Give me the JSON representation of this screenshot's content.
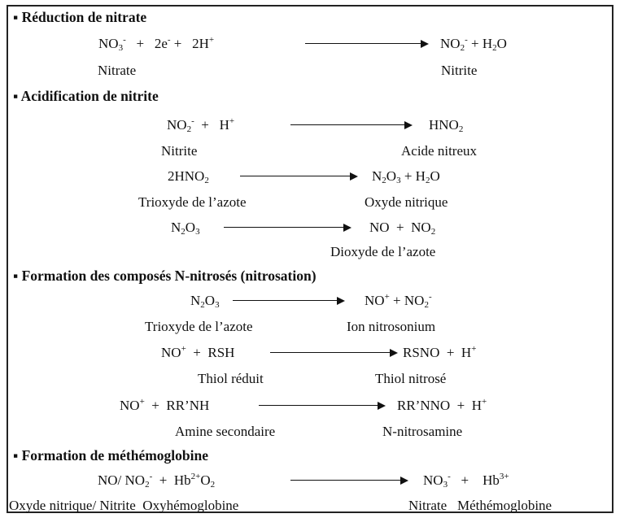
{
  "sections": [
    {
      "heading": "▪ Réduction de nitrate",
      "reactions": [
        {
          "lhs": "NO<sub>3</sub><sup>-</sup>&nbsp;&nbsp;&nbsp;+&nbsp;&nbsp;&nbsp;2e<sup>-</sup>&nbsp;+&nbsp;&nbsp;&nbsp;2H<sup>+</sup>",
          "rhs": "NO<sub>2</sub><sup>-</sup>&nbsp;+&nbsp;H<sub>2</sub>O",
          "lhs_label": "Nitrate",
          "rhs_label": "Nitrite"
        }
      ]
    },
    {
      "heading": "▪ Acidification de nitrite",
      "reactions": [
        {
          "lhs": "NO<sub>2</sub><sup>-</sup>&nbsp;&nbsp;+&nbsp;&nbsp;&nbsp;H<sup>+</sup>",
          "rhs": "HNO<sub>2</sub>",
          "lhs_label": "Nitrite",
          "rhs_label": "Acide nitreux"
        },
        {
          "lhs": "2HNO<sub>2</sub>",
          "rhs": "N<sub>2</sub>O<sub>3</sub>&nbsp;+&nbsp;H<sub>2</sub>O",
          "lhs_label": "Trioxyde de l’azote",
          "rhs_label": "Oxyde nitrique"
        },
        {
          "lhs": "N<sub>2</sub>O<sub>3</sub>",
          "rhs": "NO&nbsp;&nbsp;+&nbsp;&nbsp;NO<sub>2</sub>",
          "lhs_label": "",
          "rhs_label": "Dioxyde de l’azote"
        }
      ]
    },
    {
      "heading": "▪ Formation des composés N-nitrosés (nitrosation)",
      "reactions": [
        {
          "lhs": "N<sub>2</sub>O<sub>3</sub>",
          "rhs": "NO<sup>+</sup>&nbsp;+&nbsp;NO<sub>2</sub><sup>-</sup>",
          "lhs_label": "Trioxyde de l’azote",
          "rhs_label": "Ion nitrosonium"
        },
        {
          "lhs": "NO<sup>+</sup>&nbsp;&nbsp;+&nbsp;&nbsp;RSH",
          "rhs": "RSNO&nbsp;&nbsp;+&nbsp;&nbsp;H<sup>+</sup>",
          "lhs_label": "Thiol réduit",
          "rhs_label": "Thiol nitrosé"
        },
        {
          "lhs": "NO<sup>+</sup>&nbsp;&nbsp;+&nbsp;&nbsp;RR’NH",
          "rhs": "RR’NNO&nbsp;&nbsp;+&nbsp;&nbsp;H<sup>+</sup>",
          "lhs_label": "Amine secondaire",
          "rhs_label": "N-nitrosamine"
        }
      ]
    },
    {
      "heading": "▪ Formation de méthémoglobine",
      "reactions": [
        {
          "lhs": "NO/&nbsp;NO<sub>2</sub><sup>-</sup>&nbsp;&nbsp;+&nbsp;&nbsp;Hb<sup>2+</sup>O<sub>2</sub>",
          "rhs": "NO<sub>3</sub><sup>-</sup>&nbsp;&nbsp;&nbsp;+&nbsp;&nbsp;&nbsp;&nbsp;Hb<sup>3+</sup>",
          "lhs_label": "Oxyde nitrique/ Nitrite&nbsp;&nbsp;Oxyhémoglobine",
          "rhs_label": "Nitrate&nbsp;&nbsp;&nbsp;Méthémoglobine"
        }
      ]
    }
  ]
}
